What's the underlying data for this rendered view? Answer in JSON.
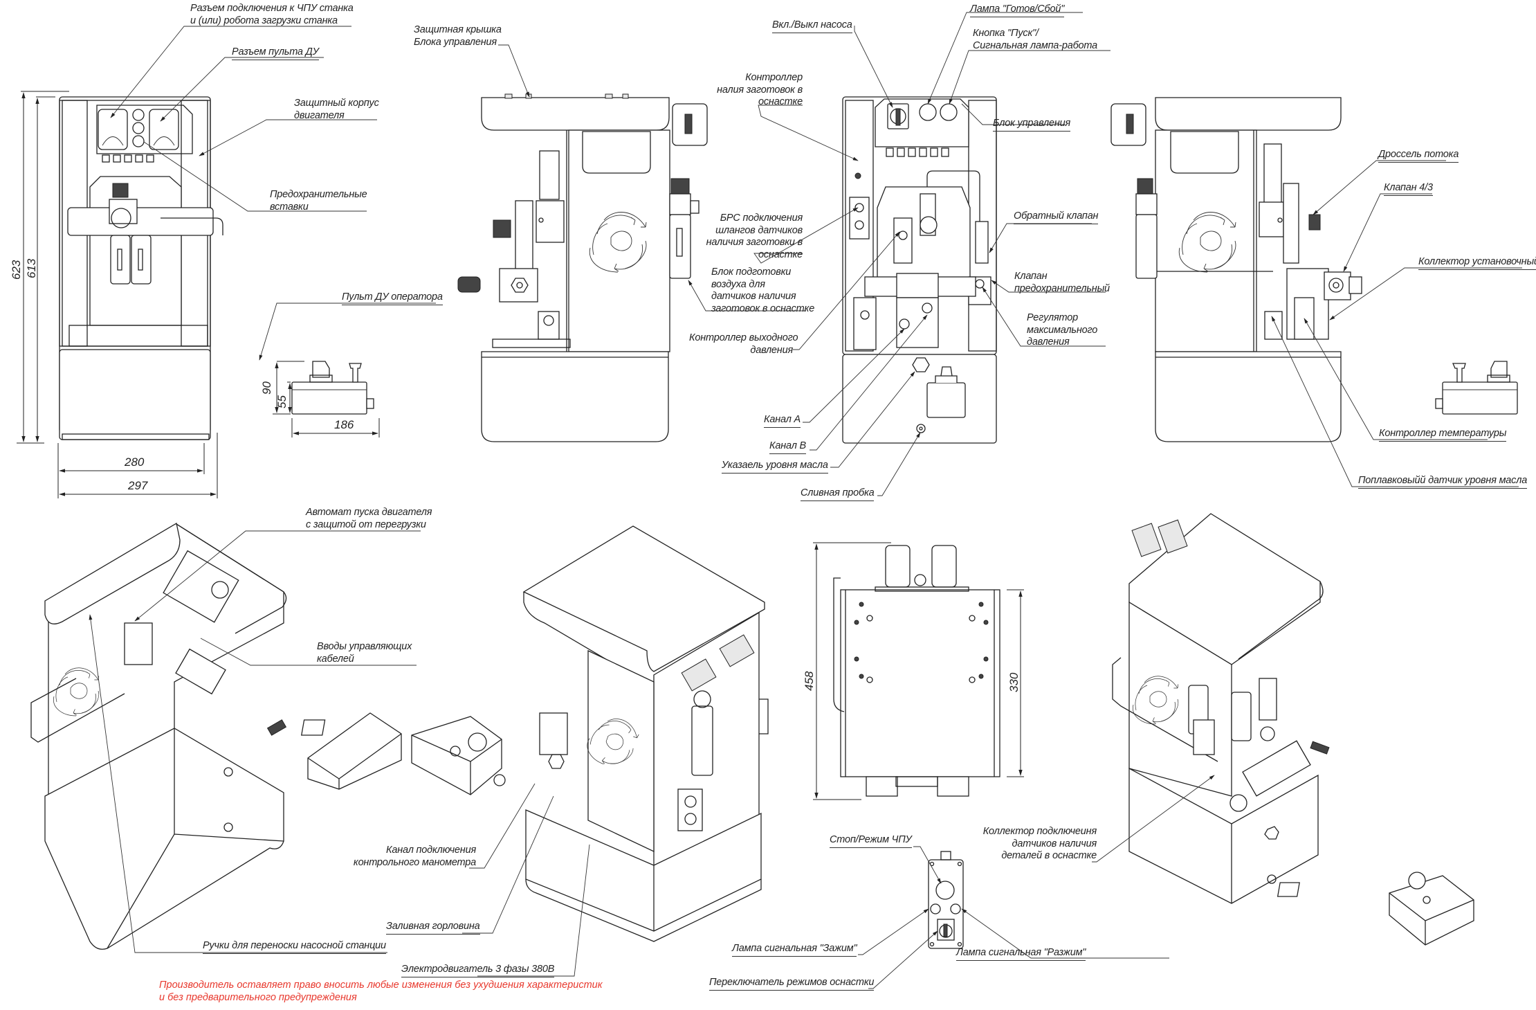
{
  "sheet": {
    "type": "technical-drawing",
    "subject": "Hydraulic pump station with control unit and operator remote"
  },
  "views": {
    "front_view": {
      "labels": {
        "cnc_connector": [
          "Разъем подключения к ЧПУ станка",
          "и (или) робота загрузки станка"
        ],
        "remote_connector": "Разъем пульта ДУ",
        "motor_housing": [
          "Защитный корпус",
          "двигателя"
        ],
        "fuses": [
          "Предохранительные",
          "вставки"
        ]
      },
      "dimensions": {
        "height_total": "623",
        "height_body": "613",
        "width_inner": "280",
        "width_total": "297"
      }
    },
    "remote_side_view": {
      "label": "Пульт ДУ оператора",
      "dimensions": {
        "height_total": "90",
        "height_body": "55",
        "width": "186"
      }
    },
    "left_view": {
      "labels": {
        "cover": [
          "Защитная крышка",
          "Блока управления"
        ],
        "blank_controller": [
          "Контроллер",
          "налия заготовок в",
          "оснастке"
        ],
        "quick_coupling": [
          "БРС подключения",
          "шлангов датчиков",
          "наличия заготовки в",
          "оснастке"
        ],
        "air_prep": [
          "Блок подготовки",
          "воздуха для",
          "датчиков наличия",
          "заготовок в оснастке"
        ],
        "pressure_controller": [
          "Контроллер выходного",
          "давления"
        ],
        "channel_a": "Канал А",
        "channel_b": "Канал В",
        "oil_indicator": "Указаель уровня масла",
        "drain_plug": "Сливная пробка"
      }
    },
    "front_control_view": {
      "labels": {
        "pump_switch": "Вкл./Выкл насоса",
        "ready_lamp": "Лампа \"Готов/Сбой\"",
        "start_button": [
          "Кнопка \"Пуск\"/",
          "Сигнальная лампа-работа"
        ],
        "control_block": "Блок управления",
        "check_valve": "Обратный клапан",
        "safety_valve": [
          "Клапан",
          "предохранительный"
        ],
        "max_pressure_regulator": [
          "Регулятор",
          "максимального",
          "давления"
        ]
      }
    },
    "right_view": {
      "labels": {
        "flow_throttle": "Дроссель потока",
        "valve_4_3": "Клапан 4/3",
        "manifold": "Коллектор установочный",
        "temp_controller": "Контроллер температуры",
        "float_sensor": "Поплавковыйй датчик уровня масла"
      }
    },
    "iso_view_left": {
      "labels": {
        "motor_starter": [
          "Автомат пуска двигателя",
          "с защитой от перегрузки"
        ],
        "cable_inputs": [
          "Вводы управляющих",
          "кабелей"
        ],
        "handles": "Ручки для переноски насосной станции"
      }
    },
    "iso_view_middle": {
      "labels": {
        "gauge_channel": [
          "Канал подключения",
          "контрольного манометра"
        ],
        "filler_neck": "Заливная горловина",
        "motor": "Электродвигатель 3 фазы 380В"
      }
    },
    "top_view": {
      "dimensions": {
        "length_total": "458",
        "length_body": "330"
      }
    },
    "remote_top_view": {
      "labels": {
        "stop_cnc": "Стоп/Режим ЧПУ",
        "clamp_lamp": "Лампа сигнальная \"Зажим\"",
        "unclamp_lamp": "Лампа сигнальная \"Разжим\"",
        "mode_switch": "Переключатель режимов оснастки"
      }
    },
    "iso_view_right": {
      "labels": {
        "sensor_manifold": [
          "Коллектор подключеиня",
          "датчиков наличия",
          "деталей в оснастке"
        ]
      }
    }
  },
  "disclaimer": [
    "Производитель оставляет право вносить любые изменения без ухудшения характеристик",
    "и без предварительного предупреждения"
  ],
  "colors": {
    "line": "#222222",
    "disclaimer": "#e8382d",
    "background": "#ffffff"
  }
}
